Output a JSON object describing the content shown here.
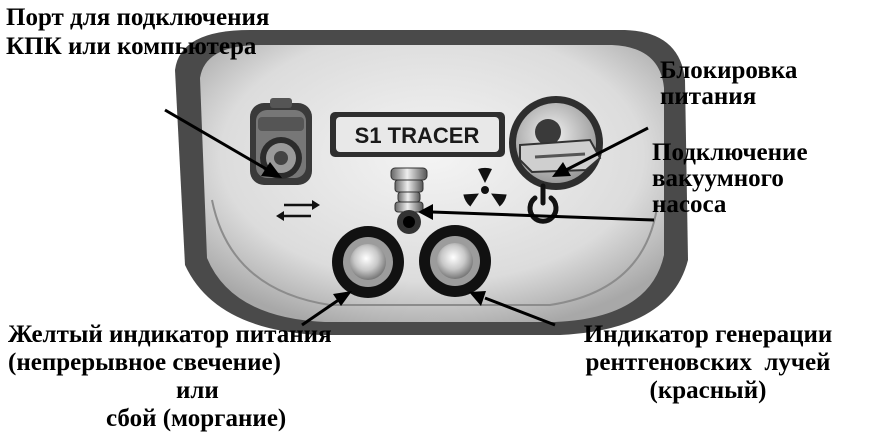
{
  "device": {
    "name_plate": "S1 TRACER"
  },
  "labels": {
    "port": [
      "Порт для подключения",
      "КПК или компьютера"
    ],
    "power_lock": [
      "Блокировка",
      "питания"
    ],
    "vacuum": [
      "Подключение",
      "вакуумного",
      "насоса"
    ],
    "yellow_indicator": [
      "Желтый индикатор питания",
      "(непрерывное свечение)",
      "или",
      "сбой (моргание)"
    ],
    "xray_indicator": [
      "Индикатор генерации",
      "рентгеновских  лучей",
      "(красный)"
    ]
  },
  "colors": {
    "ink": "#000000",
    "panel": "#e6e6e6",
    "background": "#ffffff"
  },
  "icons": [
    "usb-port-icon",
    "transfer-arrows-icon",
    "radiation-icon",
    "power-icon",
    "key-lock-icon",
    "vacuum-nozzle-icon"
  ]
}
